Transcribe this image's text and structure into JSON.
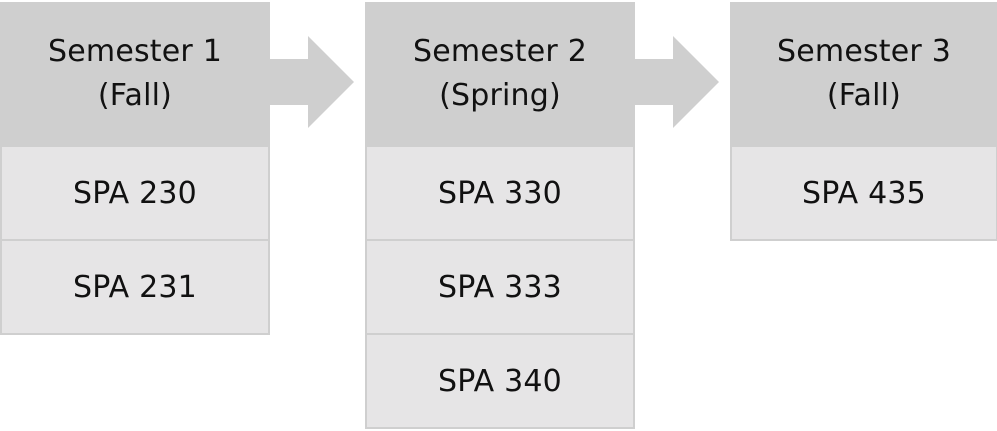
{
  "semesters": [
    {
      "title": "Semester 1",
      "term": "(Fall)",
      "courses": [
        "SPA 230",
        "SPA 231"
      ]
    },
    {
      "title": "Semester 2",
      "term": "(Spring)",
      "courses": [
        "SPA 330",
        "SPA 333",
        "SPA 340"
      ]
    },
    {
      "title": "Semester 3",
      "term": "(Fall)",
      "courses": [
        "SPA 435"
      ]
    }
  ],
  "colors": {
    "header_fill": "#cfcfcf",
    "course_fill": "#e6e5e6",
    "arrow_fill": "#cfcfcf",
    "text": "#111111"
  }
}
